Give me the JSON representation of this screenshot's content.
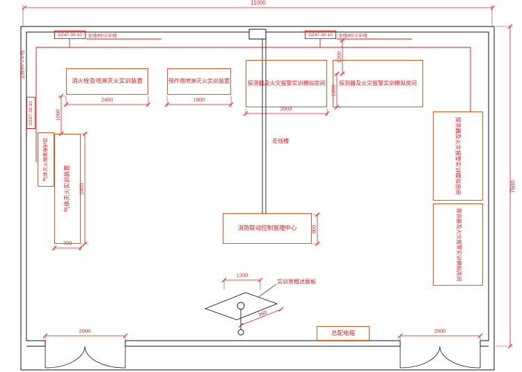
{
  "colors": {
    "line_red": "#d81e1e",
    "equipment_orange": "#e05a1e",
    "wall_black": "#111111"
  },
  "breakers": {
    "top_left": {
      "model": "DZ47-30-10",
      "wire": "主线Φ5*2.5²线"
    },
    "top_right": {
      "model": "DZ47-30-10",
      "wire": "主线Φ5*2.5²线"
    },
    "left_wall": {
      "model": "DZ47-30-10",
      "wire": "主线Φ5*2.5²线"
    }
  },
  "equipment": {
    "hydrant": {
      "label": "消火栓及喷淋灭火实训装置"
    },
    "preaction": {
      "label": "预作用喷淋灭火实训装置"
    },
    "detector_top_a": {
      "label": "探测器及火灾报警实训模拟房间"
    },
    "detector_top_b": {
      "label": "探测器及火灾报警实训模拟房间"
    },
    "detector_right_a": {
      "label": "探测器及火灾报警实训模拟房间"
    },
    "detector_right_b": {
      "label": "探测器及火灾报警实训模拟房间"
    },
    "gas_device": {
      "label": "气体灭火实训装置"
    },
    "gas_zone": {
      "label": "气体灭火隔离保护区"
    },
    "control_center": {
      "label": "消防联动控制管理中心"
    },
    "power_box": {
      "label": "总配电箱"
    }
  },
  "labels": {
    "cable_trough": "走线槽",
    "overview_board": "实训室概述展板"
  },
  "dimensions": {
    "overall_width": "11000",
    "overall_height": "7500",
    "hydrant_zone": "2400",
    "preaction_zone": "1800",
    "detector_room_width": "2003",
    "detector_room_height_upper": "1200",
    "detector_room_height_lower": "1200",
    "gas_gap": "1060",
    "gas_length": "2403",
    "gas_width": "700",
    "control_depth": "800",
    "board_width": "1200",
    "board_depth": "360",
    "door_left": "2000",
    "door_right": "2000"
  }
}
